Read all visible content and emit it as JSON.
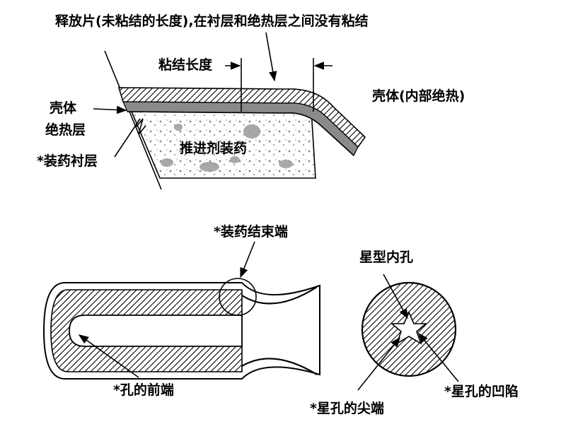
{
  "labels": {
    "release_flap": "释放片(未粘结的长度),在衬层和绝热层之间没有粘结",
    "bond_length": "粘结长度",
    "case_internal_insulation": "壳体(内部绝热)",
    "case": "壳体",
    "insulation_layer": "绝热层",
    "liner": "*装药衬层",
    "propellant_grain": "推进剂装药",
    "grain_terminus": "*装药结束端",
    "star_bore": "星型内孔",
    "bore_front": "*孔的前端",
    "star_tip": "*星孔的尖端",
    "star_valley": "*星孔的凹陷"
  }
}
